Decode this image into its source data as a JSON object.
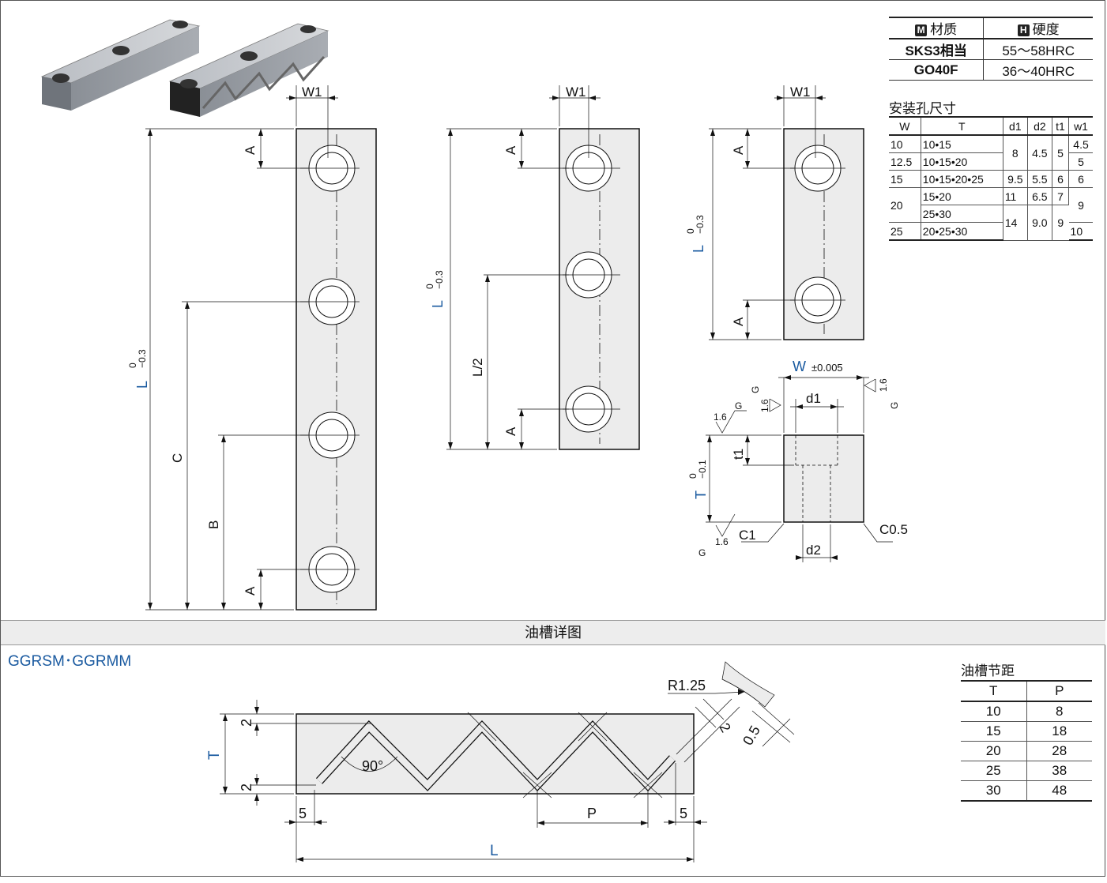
{
  "material_table": {
    "headers": [
      {
        "badge": "M",
        "label": "材质"
      },
      {
        "badge": "H",
        "label": "硬度"
      }
    ],
    "rows": [
      {
        "material": "SKS3相当",
        "hardness": "55～58HRC"
      },
      {
        "material": "GO40F",
        "hardness": "36～40HRC"
      }
    ]
  },
  "hole_table": {
    "caption": "安装孔尺寸",
    "headers": [
      "W",
      "T",
      "d1",
      "d2",
      "t1",
      "w1"
    ],
    "rows": [
      [
        "10",
        "10•15",
        "8",
        "4.5",
        "5",
        "4.5"
      ],
      [
        "12.5",
        "10•15•20",
        "",
        "",
        "",
        "5"
      ],
      [
        "15",
        "10•15•20•25",
        "9.5",
        "5.5",
        "6",
        "6"
      ],
      [
        "20",
        "15•20",
        "11",
        "6.5",
        "7",
        "9"
      ],
      [
        "",
        "25•30",
        "14",
        "9.0",
        "9",
        ""
      ],
      [
        "25",
        "20•25•30",
        "",
        "",
        "",
        "10"
      ]
    ]
  },
  "section_title": "油槽详图",
  "series_label": "GGRSM･GGRMM",
  "pitch_table": {
    "caption": "油槽节距",
    "headers": [
      "T",
      "P"
    ],
    "rows": [
      [
        "10",
        "8"
      ],
      [
        "15",
        "18"
      ],
      [
        "20",
        "28"
      ],
      [
        "25",
        "38"
      ],
      [
        "30",
        "48"
      ]
    ]
  },
  "dims": {
    "w1": "W1",
    "A": "A",
    "B": "B",
    "C": "C",
    "L": "L",
    "L_half": "L/2",
    "tol_0": "0",
    "tol_03": "−0.3",
    "tol_01": "−0.1",
    "W": "W",
    "W_tol": "±0.005",
    "d1": "d1",
    "d2": "d2",
    "t1": "t1",
    "T": "T",
    "C1": "C1",
    "C05": "C0.5",
    "rough": "1.6",
    "G": "G",
    "R125": "R1.25",
    "two": "2",
    "half": "0.5",
    "deg90": "90°",
    "five": "5",
    "P": "P"
  },
  "colors": {
    "accent": "#1a5aa0",
    "band": "#ededed",
    "part_fill": "#ececec"
  }
}
